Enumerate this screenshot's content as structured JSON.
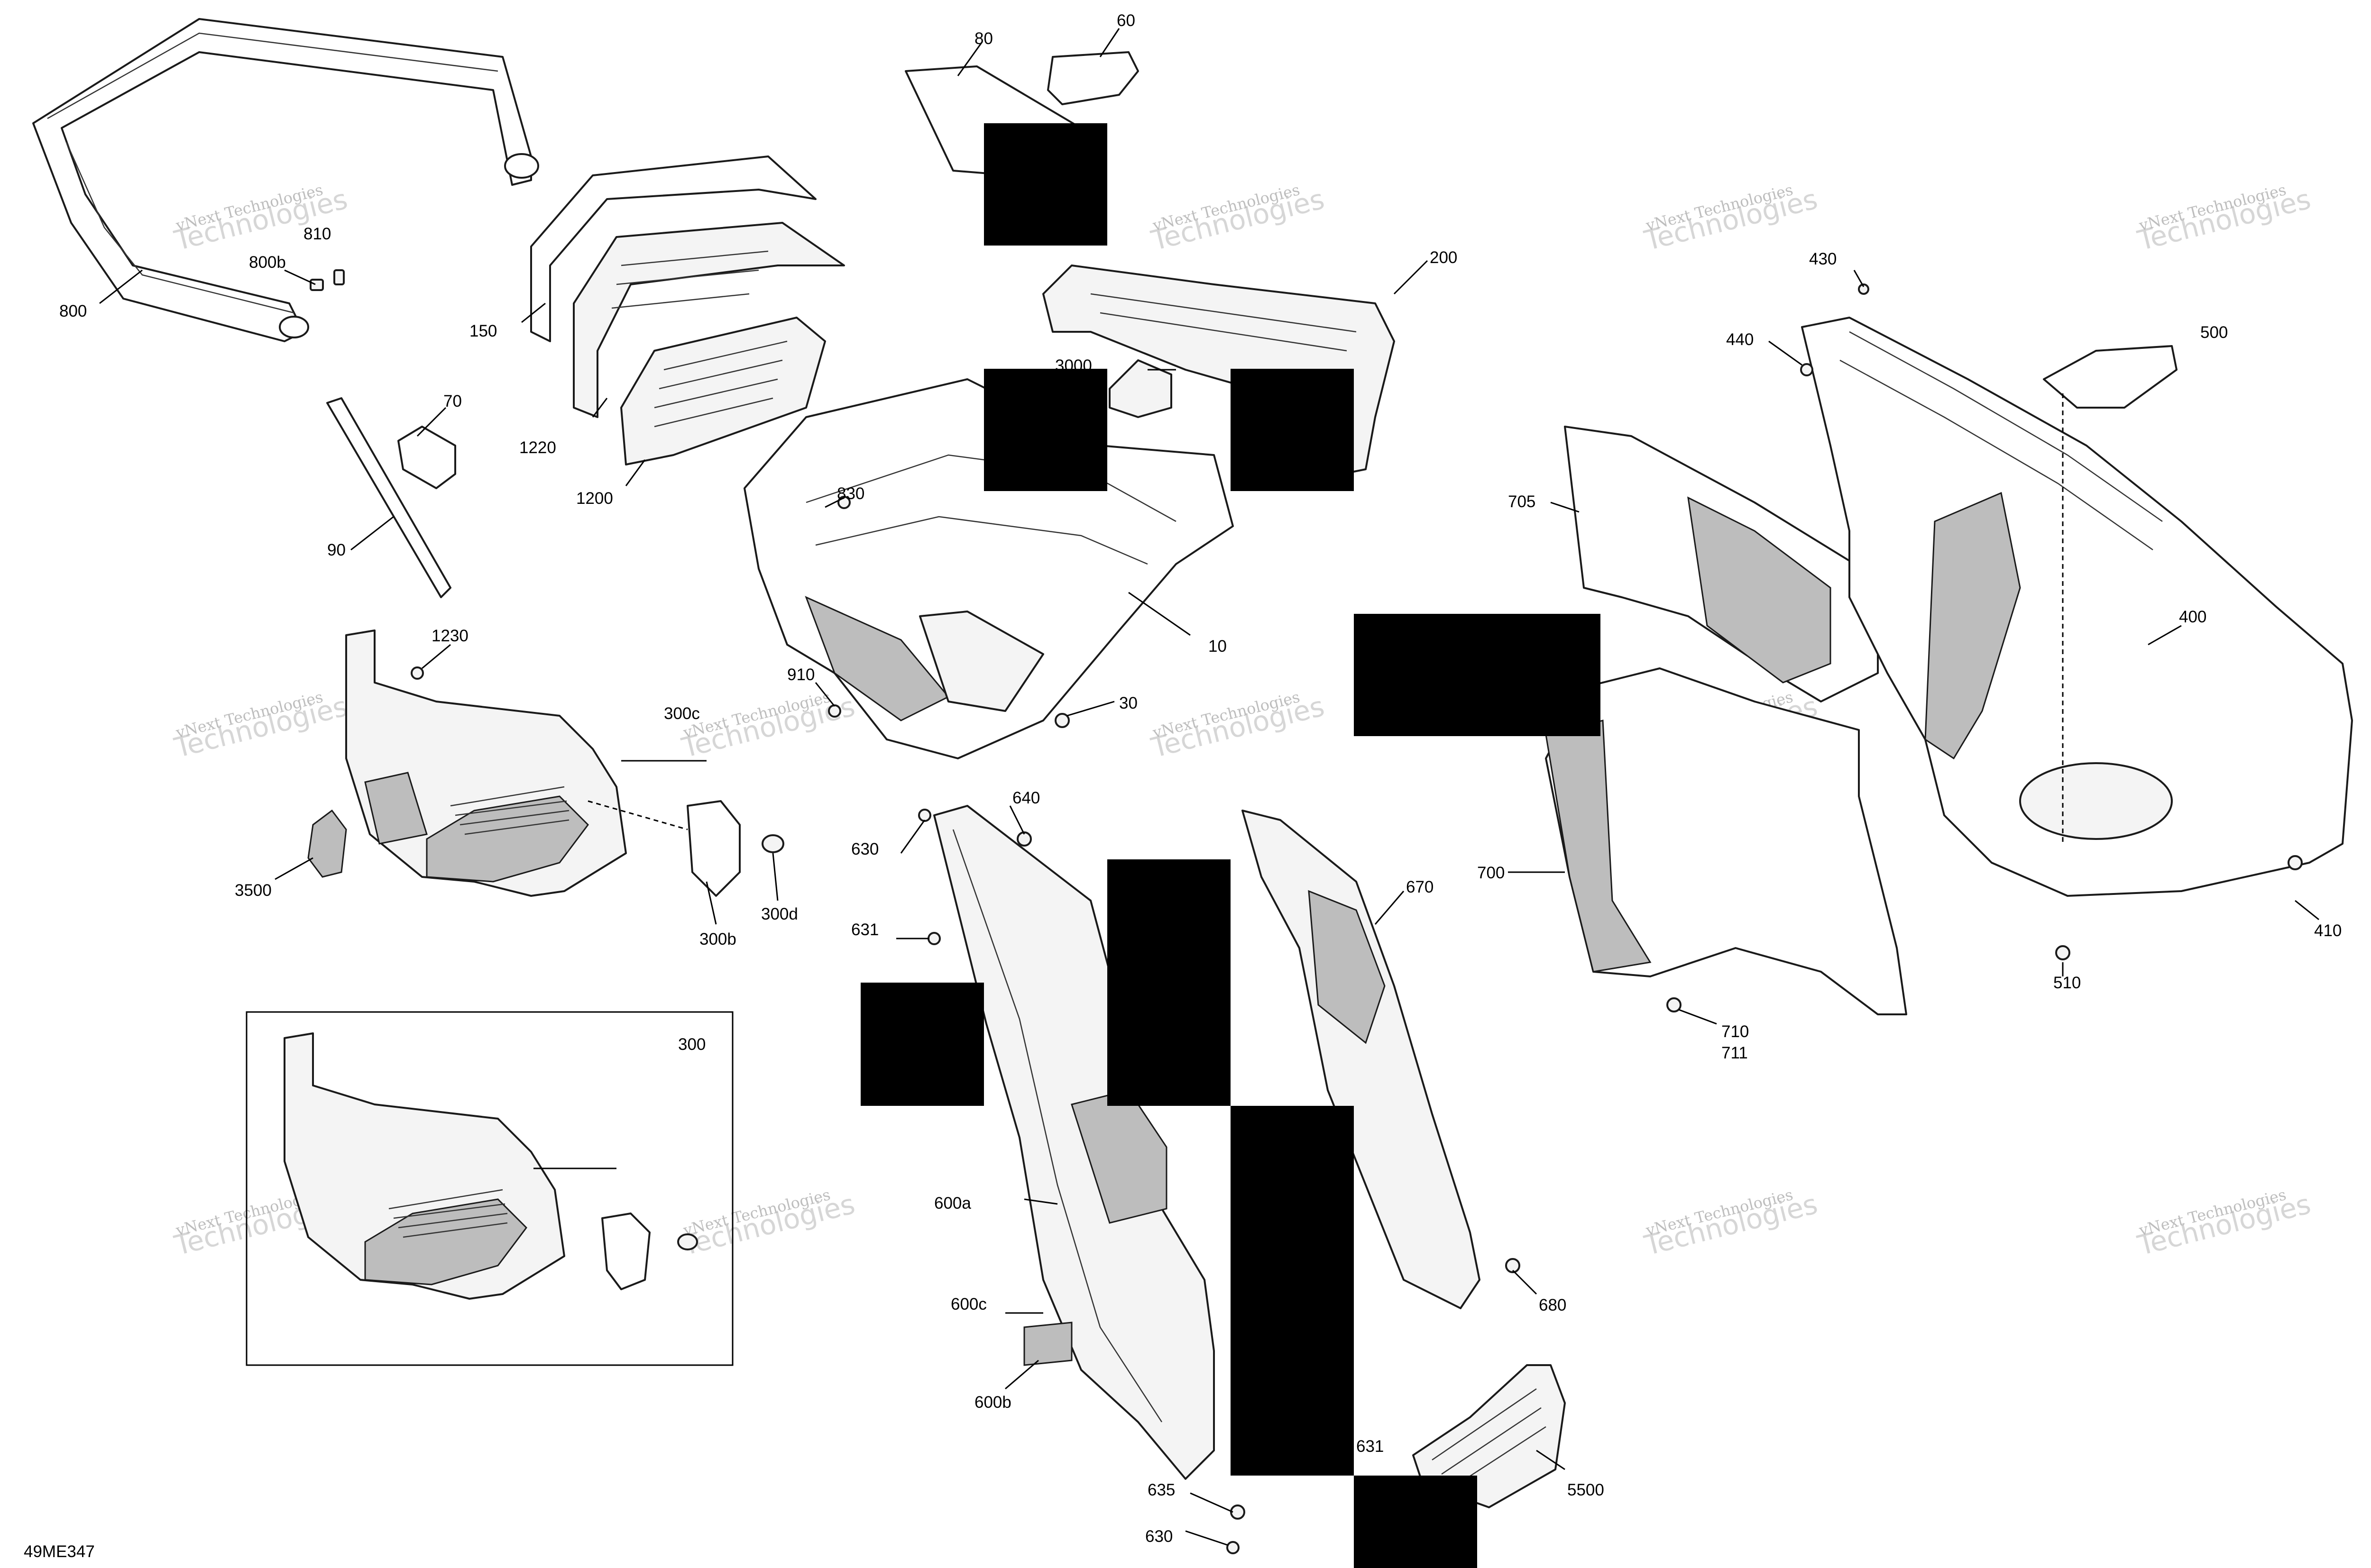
{
  "drawing_code": "49ME347",
  "watermark": {
    "line1": "vNext Technologies",
    "line2": "Technologies"
  },
  "callouts": {
    "c800": "800",
    "c800b": "800b",
    "c810": "810",
    "c150": "150",
    "c1220": "1220",
    "c1200": "1200",
    "c80": "80",
    "c60": "60",
    "c200": "200",
    "c3000": "3000",
    "c70": "70",
    "c90": "90",
    "c830": "830",
    "c10": "10",
    "c910": "910",
    "c30": "30",
    "c1230": "1230",
    "c300c": "300c",
    "c3500": "3500",
    "c300b": "300b",
    "c300d": "300d",
    "c300": "300",
    "c640": "640",
    "c630a": "630",
    "c631a": "631",
    "c670": "670",
    "c600a": "600a",
    "c600c": "600c",
    "c600b": "600b",
    "c680": "680",
    "c631b": "631",
    "c5500": "5500",
    "c635": "635",
    "c630b": "630",
    "c430": "430",
    "c440": "440",
    "c500": "500",
    "c705": "705",
    "c400": "400",
    "c700": "700",
    "c410": "410",
    "c510": "510",
    "c710": "710",
    "c711": "711"
  }
}
